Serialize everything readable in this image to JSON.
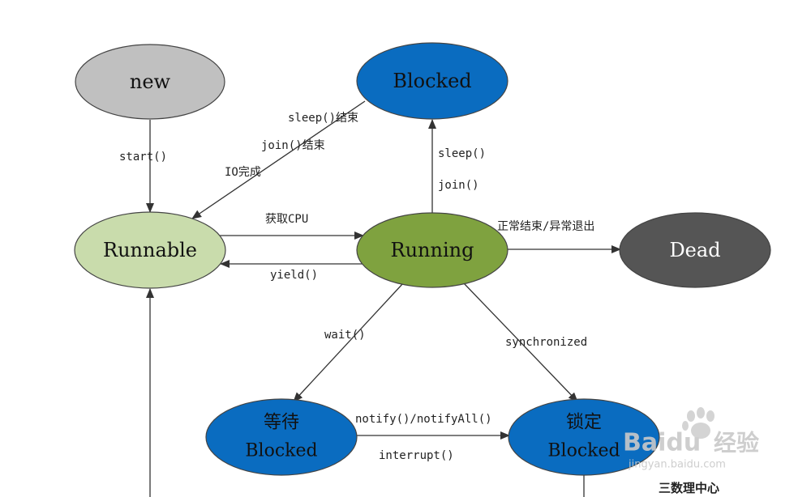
{
  "nodes": {
    "new": {
      "label": "new",
      "fill": "#c0c0c0",
      "text_color": "#111111"
    },
    "blocked_top": {
      "label": "Blocked",
      "fill": "#0a6cc0",
      "text_color": "#111111"
    },
    "runnable": {
      "label": "Runnable",
      "fill": "#c9dcac",
      "text_color": "#111111"
    },
    "running": {
      "label": "Running",
      "fill": "#7fa23f",
      "text_color": "#111111"
    },
    "dead": {
      "label": "Dead",
      "fill": "#555555",
      "text_color": "#ffffff"
    },
    "wait_blocked": {
      "label_line1": "等待",
      "label_line2": "Blocked",
      "fill": "#0a6cc0",
      "text_color": "#111111"
    },
    "lock_blocked": {
      "label_line1": "锁定",
      "label_line2": "Blocked",
      "fill": "#0a6cc0",
      "text_color": "#111111"
    }
  },
  "edges": {
    "start": "start()",
    "sleep_end": "sleep()结束",
    "join_end": "join()结束",
    "io_done": "IO完成",
    "sleep": "sleep()",
    "join": "join()",
    "get_cpu": "获取CPU",
    "yield": "yield()",
    "exit": "正常结束/异常退出",
    "wait": "wait()",
    "synchronized": "synchronized",
    "notify": "notify()/notifyAll()",
    "interrupt": "interrupt()"
  },
  "partial_text": "三数理中心",
  "watermark": {
    "brand": "Baidu",
    "cn": "经验",
    "url": "jingyan.baidu.com"
  }
}
